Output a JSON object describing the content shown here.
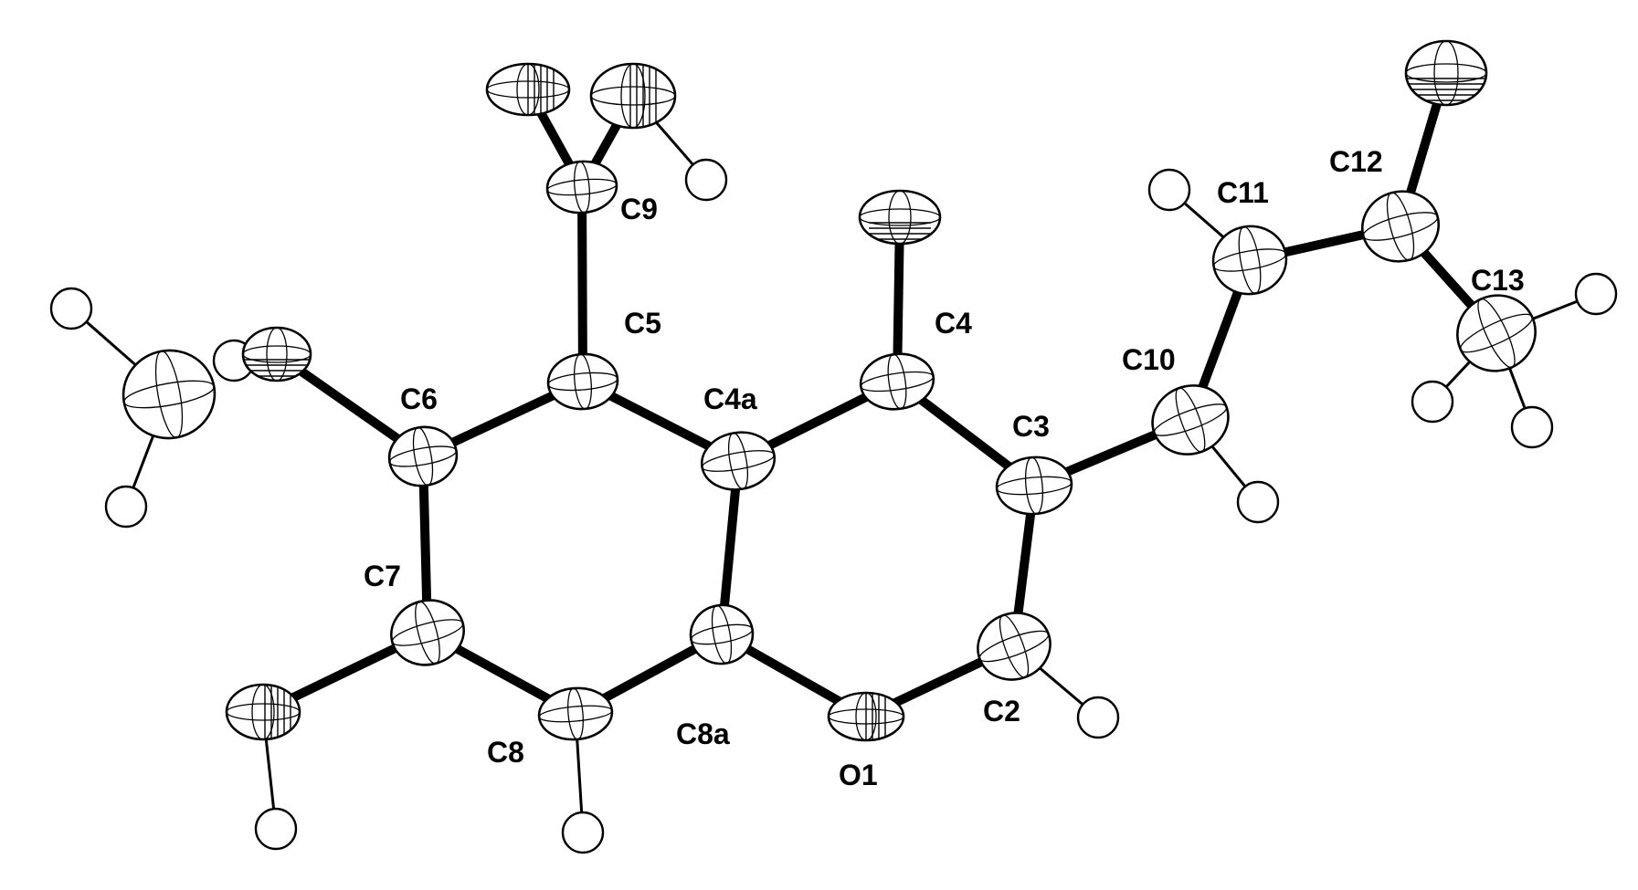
{
  "labels": {
    "C9": "C9",
    "C5": "C5",
    "C6": "C6",
    "C4a": "C4a",
    "C4": "C4",
    "C3": "C3",
    "C7": "C7",
    "C8": "C8",
    "C8a": "C8a",
    "O1": "O1",
    "C2": "C2",
    "C10": "C10",
    "C11": "C11",
    "C12": "C12",
    "C13": "C13"
  }
}
